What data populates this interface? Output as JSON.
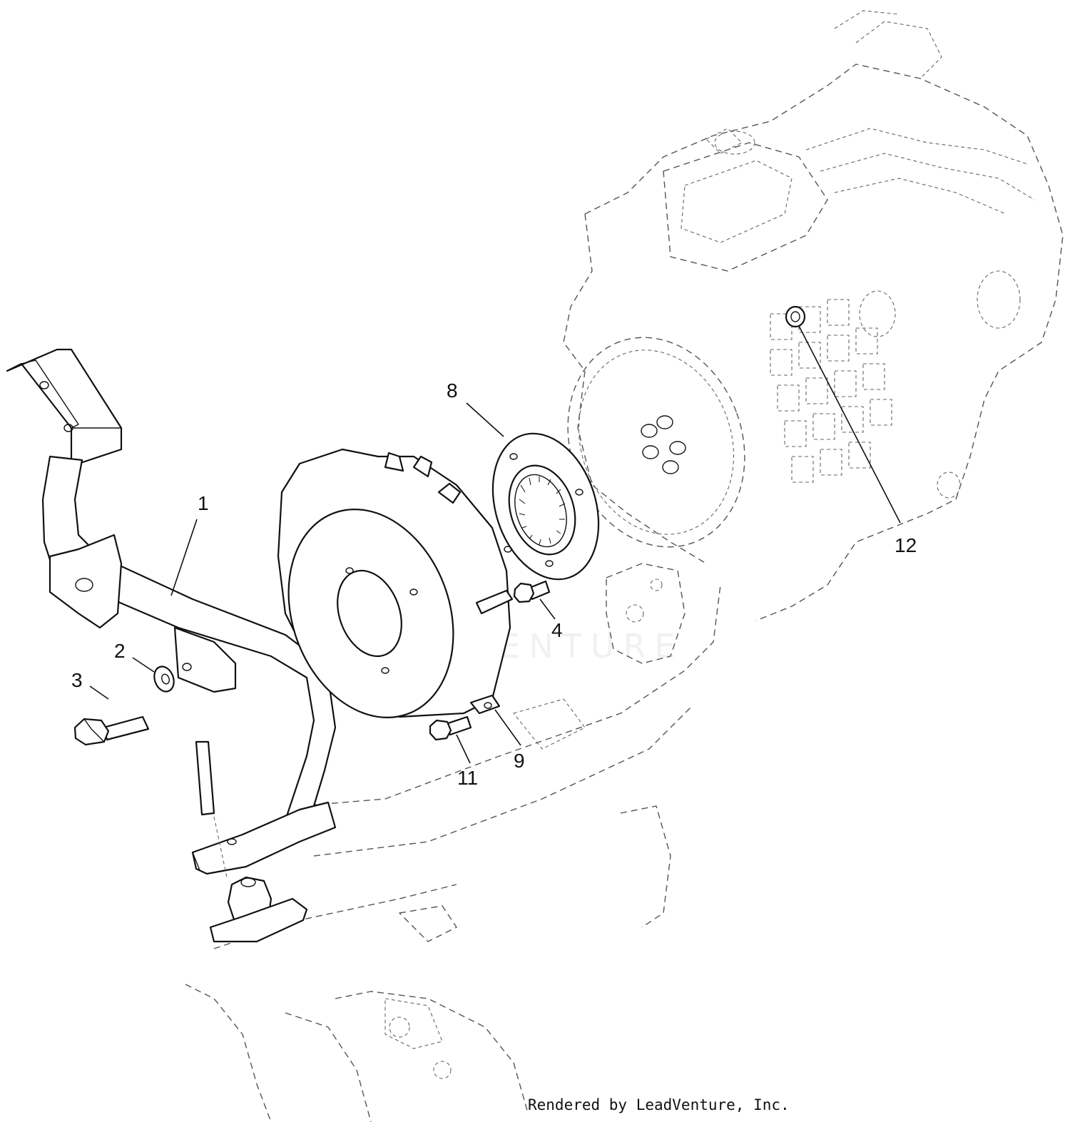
{
  "diagram": {
    "callouts": [
      {
        "id": "1",
        "label": "1"
      },
      {
        "id": "2",
        "label": "2"
      },
      {
        "id": "3",
        "label": "3"
      },
      {
        "id": "4",
        "label": "4"
      },
      {
        "id": "8",
        "label": "8"
      },
      {
        "id": "9",
        "label": "9"
      },
      {
        "id": "11",
        "label": "11"
      },
      {
        "id": "12",
        "label": "12"
      }
    ],
    "watermark": "LEADVENTURE",
    "credit": "Rendered by LeadVenture, Inc."
  }
}
